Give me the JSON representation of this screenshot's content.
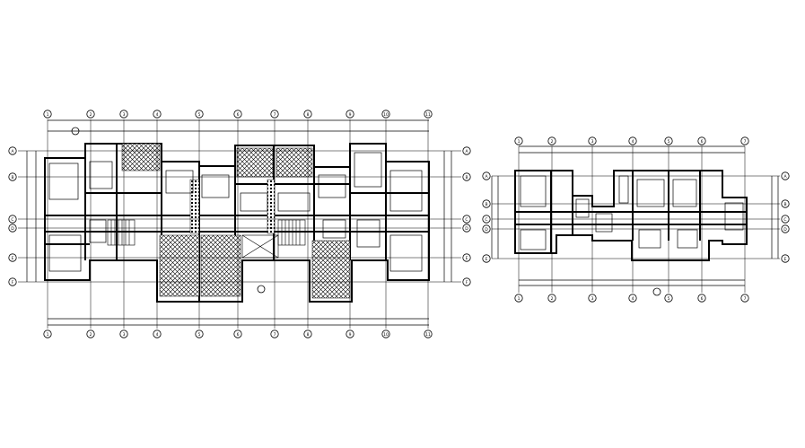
{
  "drawings": [
    {
      "id": "plan-left",
      "grid_columns_top": [
        "1",
        "2",
        "3",
        "4",
        "5",
        "6",
        "7",
        "8",
        "9",
        "10",
        "11"
      ],
      "grid_columns_bottom": [
        "1",
        "2",
        "3",
        "4",
        "5",
        "6",
        "7",
        "8",
        "9",
        "10",
        "11"
      ],
      "grid_rows_left": [
        "A",
        "B",
        "C",
        "D",
        "E",
        "F"
      ],
      "grid_rows_right": [
        "A",
        "B",
        "C",
        "D",
        "E",
        "F"
      ]
    },
    {
      "id": "plan-right",
      "grid_columns_top": [
        "1",
        "2",
        "3",
        "4",
        "5",
        "6",
        "7"
      ],
      "grid_columns_bottom": [
        "1",
        "2",
        "3",
        "4",
        "5",
        "6",
        "7"
      ],
      "grid_rows_left": [
        "A",
        "B",
        "C",
        "D",
        "E"
      ],
      "grid_rows_right": [
        "A",
        "B",
        "C",
        "D",
        "E"
      ]
    }
  ],
  "colors": {
    "line": "#000000",
    "background": "#ffffff"
  }
}
